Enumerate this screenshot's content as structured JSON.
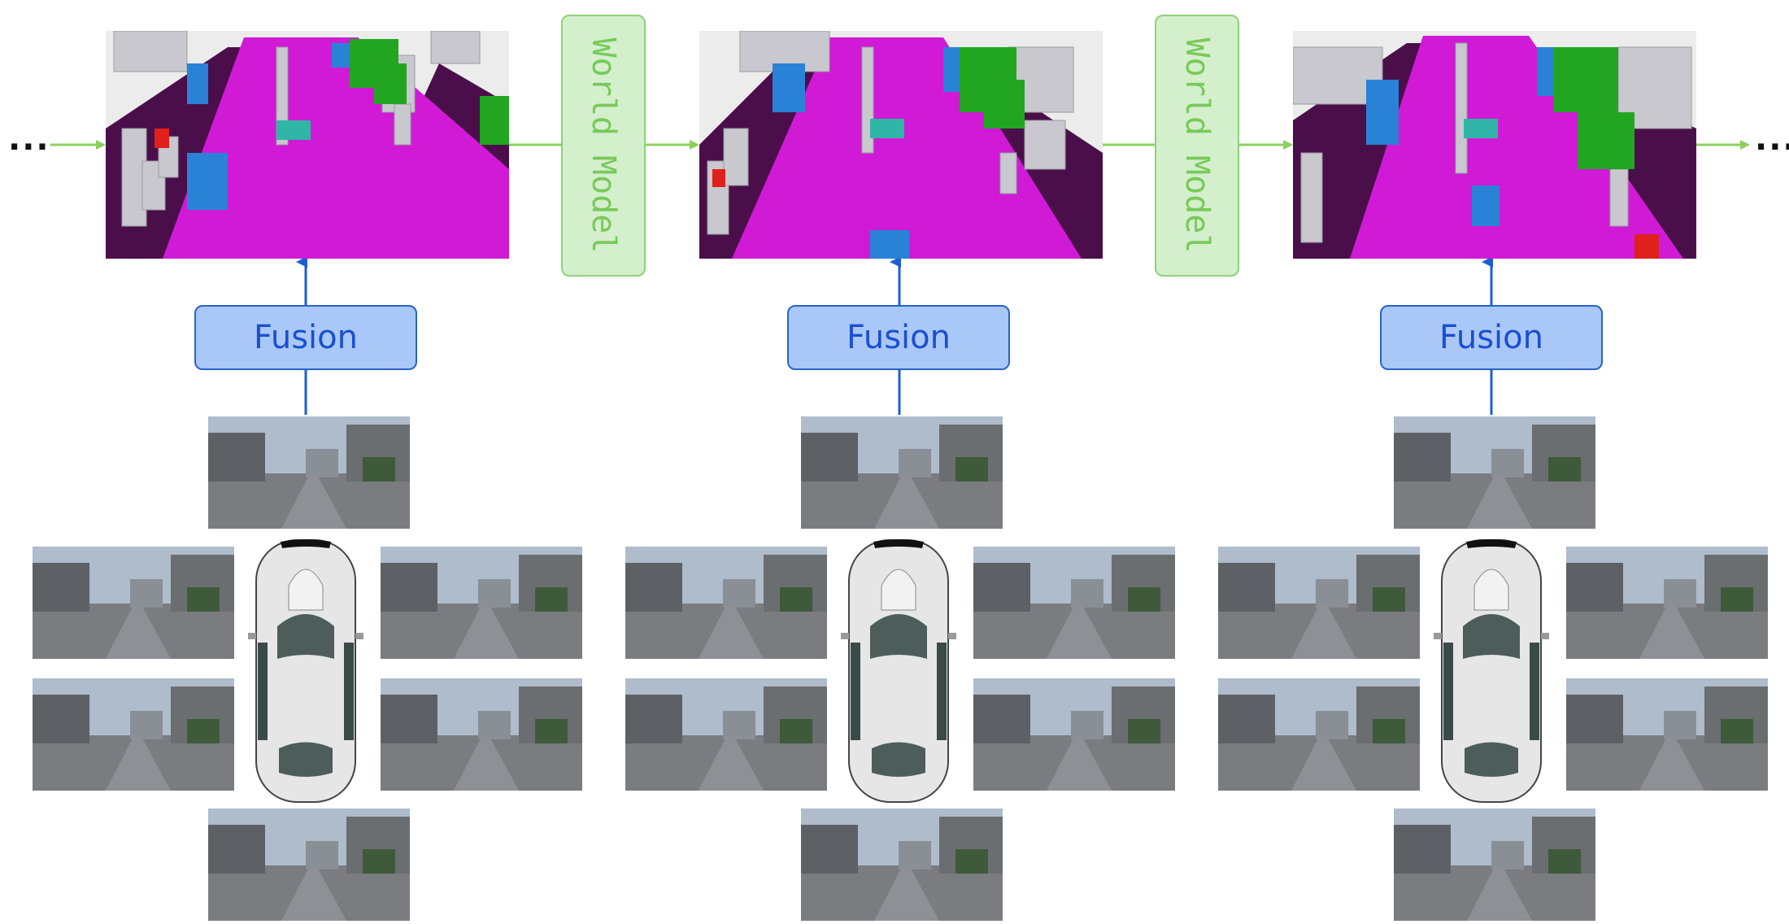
{
  "dots": {
    "left": "...",
    "right": "..."
  },
  "stages": [
    {
      "fusion_label": "Fusion"
    },
    {
      "fusion_label": "Fusion"
    },
    {
      "fusion_label": "Fusion"
    }
  ],
  "world_models": [
    {
      "label": "World Model"
    },
    {
      "label": "World Model"
    }
  ],
  "colors": {
    "road": "#d01ad6",
    "sidewalk": "#4a0f4a",
    "vegetation": "#22a622",
    "vehicle": "#2a82d6",
    "manmade": "#d0d0d6",
    "sky": "#ececec",
    "flow_arrow": "#8dcf5f",
    "fusion_arrow": "#1b5fd0",
    "fusion_fill": "#a9c8f7",
    "world_model_fill": "#d3efcc"
  },
  "icons": {
    "ego_vehicle": "car-top-view-icon",
    "camera": "camera-view"
  }
}
